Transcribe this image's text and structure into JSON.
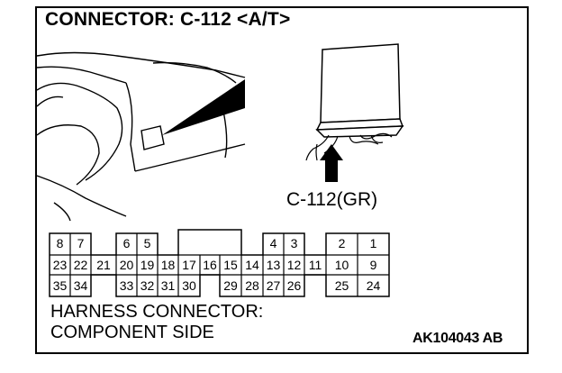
{
  "title": "CONNECTOR: C-112 <A/T>",
  "connector_label": "C-112(GR)",
  "caption_lines": [
    "HARNESS CONNECTOR:",
    "COMPONENT SIDE"
  ],
  "diagram_code": "AK104043 AB",
  "pins": {
    "row1": [
      "8",
      "7",
      "",
      "6",
      "5",
      "",
      "",
      "",
      "",
      "",
      "",
      "4",
      "3",
      "",
      "2",
      "1"
    ],
    "row2": [
      "23",
      "22",
      "21",
      "20",
      "19",
      "18",
      "17",
      "16",
      "15",
      "14",
      "13",
      "12",
      "11",
      "10",
      "9"
    ],
    "row3": [
      "35",
      "34",
      "",
      "33",
      "32",
      "31",
      "30",
      "",
      "29",
      "28",
      "27",
      "26",
      "",
      "25",
      "24"
    ]
  }
}
